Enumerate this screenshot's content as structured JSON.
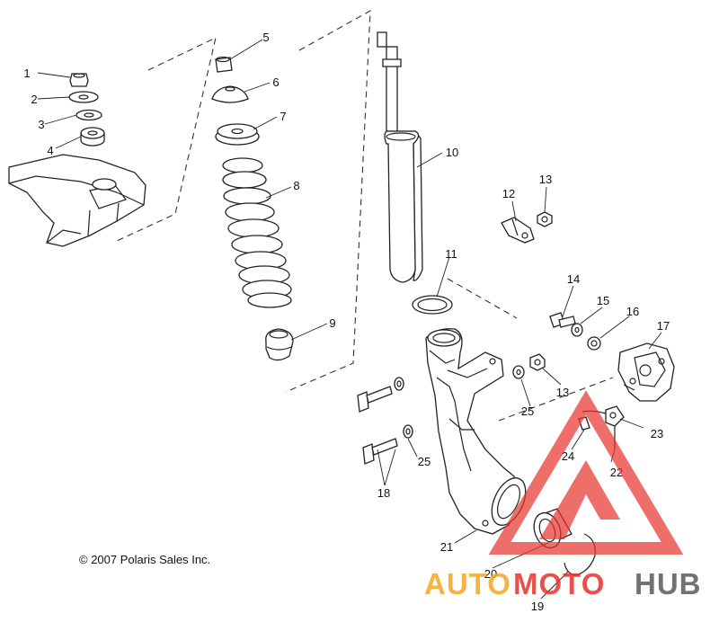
{
  "callouts": [
    {
      "id": "c1",
      "text": "1"
    },
    {
      "id": "c2",
      "text": "2"
    },
    {
      "id": "c3",
      "text": "3"
    },
    {
      "id": "c4",
      "text": "4"
    },
    {
      "id": "c5",
      "text": "5"
    },
    {
      "id": "c6",
      "text": "6"
    },
    {
      "id": "c7",
      "text": "7"
    },
    {
      "id": "c8",
      "text": "8"
    },
    {
      "id": "c9",
      "text": "9"
    },
    {
      "id": "c10",
      "text": "10"
    },
    {
      "id": "c11",
      "text": "11"
    },
    {
      "id": "c12",
      "text": "12"
    },
    {
      "id": "c13a",
      "text": "13"
    },
    {
      "id": "c13b",
      "text": "13"
    },
    {
      "id": "c14",
      "text": "14"
    },
    {
      "id": "c15",
      "text": "15"
    },
    {
      "id": "c16",
      "text": "16"
    },
    {
      "id": "c17",
      "text": "17"
    },
    {
      "id": "c18",
      "text": "18"
    },
    {
      "id": "c19",
      "text": "19"
    },
    {
      "id": "c20",
      "text": "20"
    },
    {
      "id": "c21",
      "text": "21"
    },
    {
      "id": "c22",
      "text": "22"
    },
    {
      "id": "c23",
      "text": "23"
    },
    {
      "id": "c24",
      "text": "24"
    },
    {
      "id": "c25a",
      "text": "25"
    },
    {
      "id": "c25b",
      "text": "25"
    }
  ],
  "copyright": "© 2007 Polaris Sales Inc.",
  "watermark": {
    "part1": "AUTO",
    "part2": "MOTO",
    "part3": "HUB",
    "color_orange": "#f5a623",
    "color_red": "#e8312a",
    "color_gray": "#5a5a5a"
  }
}
